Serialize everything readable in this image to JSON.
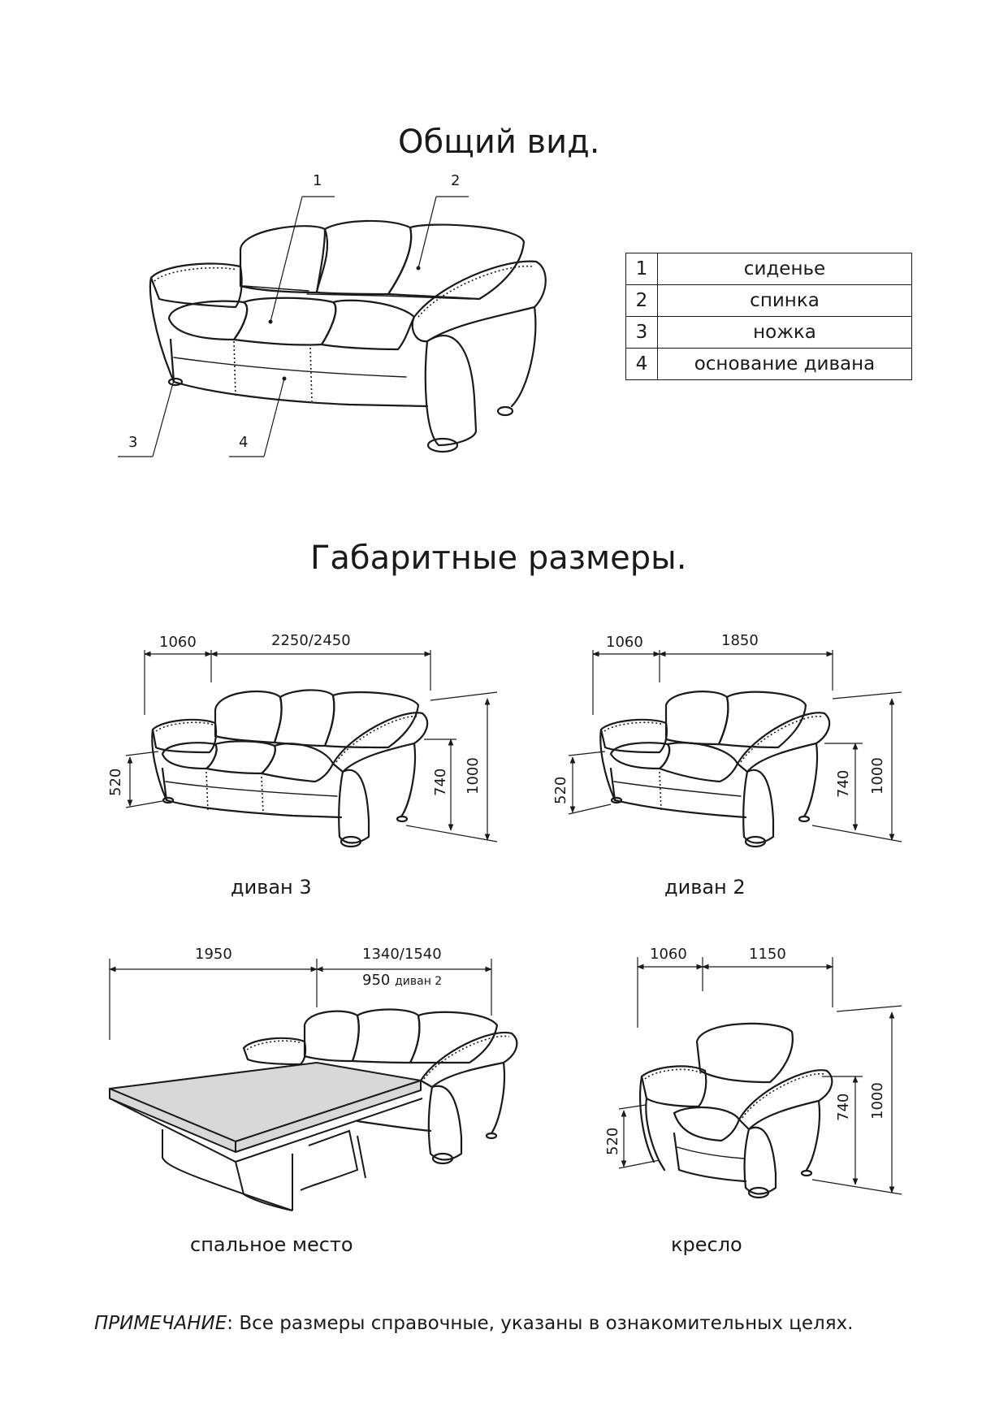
{
  "general": {
    "title": "Общий вид.",
    "callouts": [
      "1",
      "2",
      "3",
      "4"
    ],
    "legend": [
      {
        "num": "1",
        "text": "сиденье"
      },
      {
        "num": "2",
        "text": "спинка"
      },
      {
        "num": "3",
        "text": "ножка"
      },
      {
        "num": "4",
        "text": "основание дивана"
      }
    ]
  },
  "dimensions": {
    "title": "Габаритные размеры.",
    "sofa3": {
      "depth": "1060",
      "width": "2250/2450",
      "height": "1000",
      "back": "740",
      "seat": "520",
      "caption": "диван 3"
    },
    "sofa2": {
      "depth": "1060",
      "width": "1850",
      "height": "1000",
      "back": "740",
      "seat": "520",
      "caption": "диван 2"
    },
    "bed": {
      "length": "1950",
      "width": "1340/1540",
      "width2_value": "950",
      "width2_label": "диван 2",
      "caption": "спальное место"
    },
    "chair": {
      "depth": "1060",
      "width": "1150",
      "height": "1000",
      "back": "740",
      "seat": "520",
      "caption": "кресло"
    }
  },
  "note": {
    "label": "ПРИМЕЧАНИЕ",
    "text": ": Все размеры справочные, указаны в ознакомительных целях."
  }
}
